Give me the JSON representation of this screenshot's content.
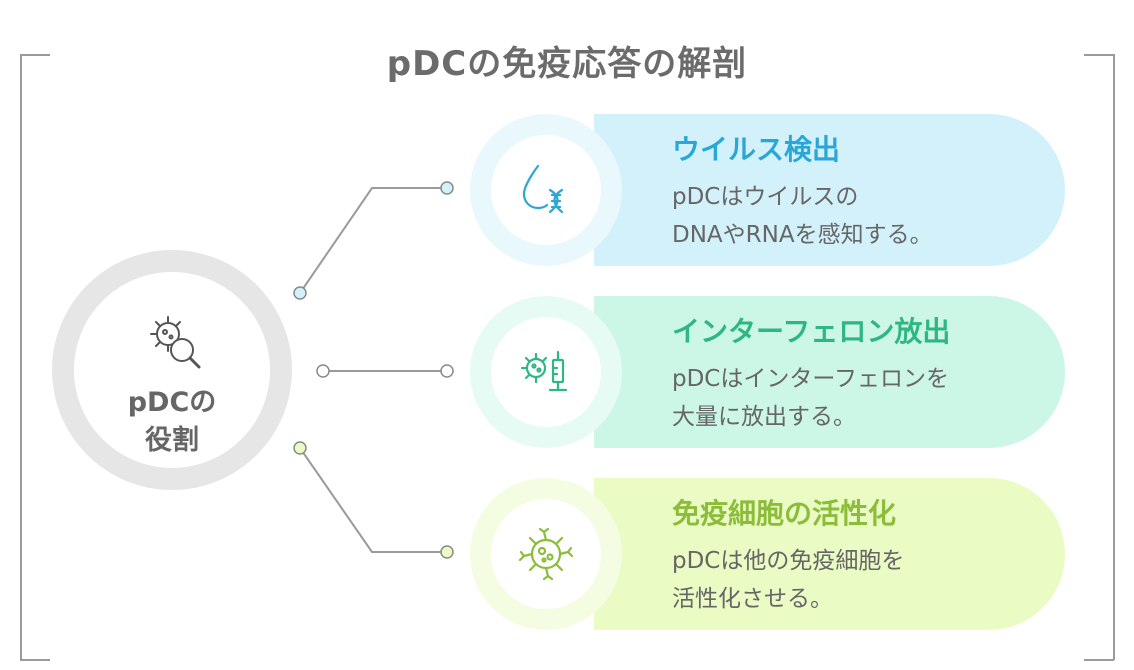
{
  "title": "pDCの免疫応答の解剖",
  "center": {
    "line1": "pDCの",
    "line2": "役割",
    "icon": "virus-magnifier-icon"
  },
  "cards": [
    {
      "heading": "ウイルス検出",
      "desc_line1": "pDCはウイルスの",
      "desc_line2": "DNAやRNAを感知する。",
      "icon": "droplet-dna-icon",
      "accent": "#2aa7d6",
      "fill": "#d3f1fb",
      "ring": "#e9f8fd"
    },
    {
      "heading": "インターフェロン放出",
      "desc_line1": "pDCはインターフェロンを",
      "desc_line2": "大量に放出する。",
      "icon": "virus-syringe-icon",
      "accent": "#2fb783",
      "fill": "#ccf6e6",
      "ring": "#e6fbf3"
    },
    {
      "heading": "免疫細胞の活性化",
      "desc_line1": "pDCは他の免疫細胞を",
      "desc_line2": "活性化させる。",
      "icon": "activated-cell-icon",
      "accent": "#8cbd3a",
      "fill": "#eafbc4",
      "ring": "#f4fde1"
    }
  ]
}
